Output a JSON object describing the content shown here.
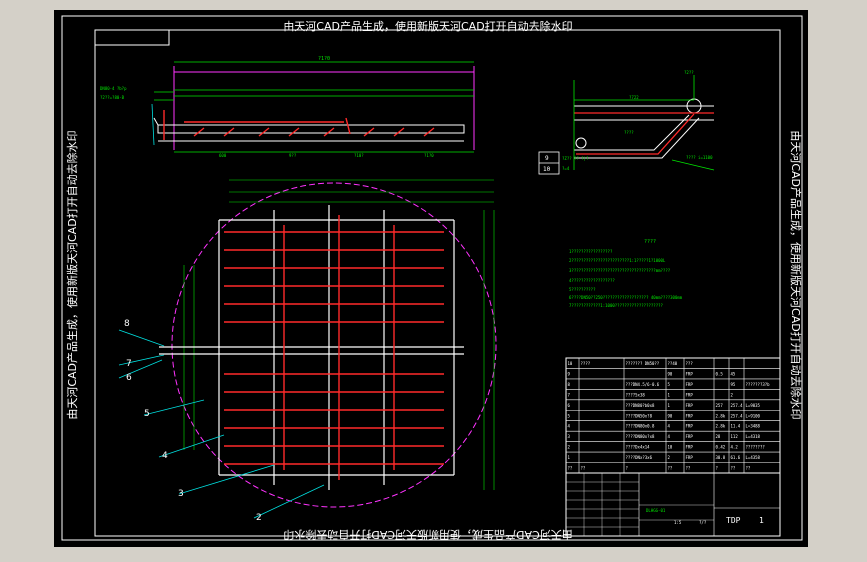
{
  "watermark": {
    "top": "由天河CAD产品生成，使用新版天河CAD打开自动去除水印",
    "bottom": "由天河CAD产品生成，使用新版天河CAD打开自动去除水印",
    "left": "由天河CAD产品生成，使用新版天河CAD打开自动去除水印",
    "right": "由天河CAD产品生成，使用新版天河CAD打开自动去除水印"
  },
  "elevation": {
    "overall_dim": "?1?0",
    "labels": [
      "DN80-4 ?b?p",
      "?2??=?80-B",
      "600",
      "9??",
      "?10?",
      "?1?0"
    ]
  },
  "detail": {
    "dim_top": "?2??",
    "dim_left": "?722",
    "dim_mid": "????",
    "slope": "???? i=1100",
    "row1_no": "9",
    "row1_text": "?Z?? ?? ?|?",
    "row2_no": "10",
    "row2_text": "?=4"
  },
  "callouts": [
    "8",
    "7",
    "6",
    "5",
    "4",
    "3",
    "2"
  ],
  "notes": {
    "title": "????",
    "lines": [
      "1?????????????????",
      "2????????????????????????1:1?????1?1000L",
      "3???????????????????????????????????mm????",
      "4??????????????????",
      "5??????????",
      "6????DN50??250??????????????????? 40mm????300mm",
      "7????????????1:1000????????????????????"
    ]
  },
  "bom": {
    "header": [
      "10",
      "????",
      "??????? DN50??",
      "??40",
      "???",
      "",
      "",
      ""
    ],
    "rows": [
      [
        "9",
        "",
        "",
        "90",
        "FRP",
        "0.5",
        "45",
        ""
      ],
      [
        "8",
        "",
        "???DN4.5/6-0.6",
        "5",
        "FRP",
        "",
        "95",
        "???????3?b"
      ],
      [
        "7",
        "",
        "????5x38",
        "1",
        "FRP",
        "",
        "2",
        ""
      ],
      [
        "6",
        "",
        "???DN80?b0x8",
        "1",
        "FRP",
        "257",
        "257.4",
        "L=9035"
      ],
      [
        "5",
        "",
        "????DN50x?8",
        "90",
        "FRP",
        "2.8k",
        "257.4",
        "L=9100"
      ],
      [
        "4",
        "",
        "????DN80x0.8",
        "4",
        "FRP",
        "2.8k",
        "11.4",
        "L=3488"
      ],
      [
        "3",
        "",
        "????DN80x?x8",
        "4",
        "FRP",
        "28",
        "112",
        "L=4318"
      ],
      [
        "2",
        "",
        "????Dx4x14",
        "10",
        "FRP",
        "0.42",
        "4.2",
        "????????"
      ],
      [
        "1",
        "",
        "????DNx?3x6",
        "2",
        "FRP",
        "30.8",
        "61.6",
        "L=4358"
      ],
      [
        "??",
        "??",
        "?",
        "??",
        "??",
        "?",
        "??",
        "??"
      ]
    ]
  },
  "title_block": {
    "code": "DLHGG-01",
    "scale": "1:5",
    "sheet": "?/?",
    "name": "TDP",
    "num": "1"
  },
  "colors": {
    "background": "#000000",
    "frame": "#ffffff",
    "pipe_red": "#ff2a2a",
    "dimension_green": "#00e600",
    "cyan": "#00e0e0",
    "magenta": "#ff33ff",
    "yellow": "#ffff00",
    "white_pipe": "#f0f0f0"
  }
}
